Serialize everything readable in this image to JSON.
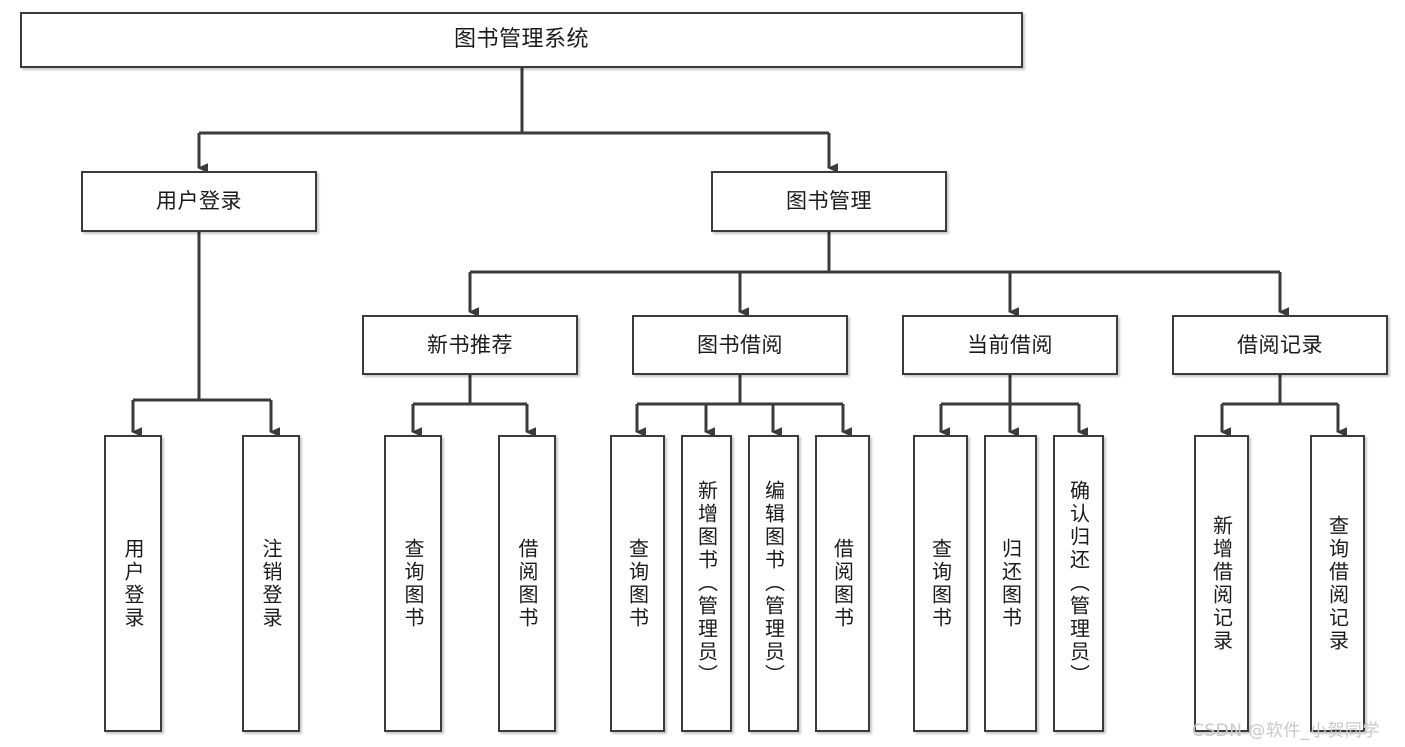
{
  "diagram": {
    "title": "图书管理系统",
    "levels": {
      "root": {
        "label": "图书管理系统"
      },
      "level2": [
        {
          "label": "用户登录"
        },
        {
          "label": "图书管理"
        }
      ],
      "level3": [
        {
          "label": "新书推荐"
        },
        {
          "label": "图书借阅"
        },
        {
          "label": "当前借阅"
        },
        {
          "label": "借阅记录"
        }
      ],
      "leaves": {
        "user_login": [
          {
            "label": "用户登录"
          },
          {
            "label": "注销登录"
          }
        ],
        "new_book_recommend": [
          {
            "label": "查询图书"
          },
          {
            "label": "借阅图书"
          }
        ],
        "book_borrow": [
          {
            "label": "查询图书"
          },
          {
            "label": "新增图书（管理员）"
          },
          {
            "label": "编辑图书（管理员）"
          },
          {
            "label": "借阅图书"
          }
        ],
        "current_borrow": [
          {
            "label": "查询图书"
          },
          {
            "label": "归还图书"
          },
          {
            "label": "确认归还（管理员）"
          }
        ],
        "borrow_record": [
          {
            "label": "新增借阅记录"
          },
          {
            "label": "查询借阅记录"
          }
        ]
      }
    }
  },
  "watermark": {
    "text": "CSDN @软件_小贺同学"
  },
  "colors": {
    "border": "#3b3b3b",
    "background": "#ffffff",
    "text": "#1b1b1b",
    "watermark": "#c9c9c9"
  }
}
